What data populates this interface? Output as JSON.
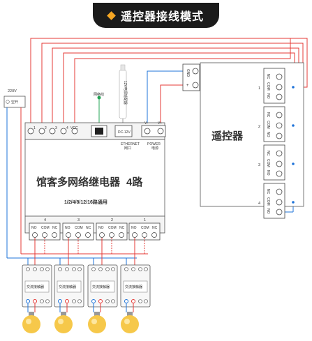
{
  "title": "遥控器接线模式",
  "colors": {
    "red": "#e53935",
    "blue": "#1e73d9",
    "black": "#222222",
    "green": "#23a455",
    "border": "#555555",
    "bulb": "#f6c84a"
  },
  "breaker": {
    "voltage": "220V",
    "label": "空开"
  },
  "relay": {
    "name": "馆客多网络继电器",
    "channels_text": "4路",
    "subtitle": "1/2/4/8/12/16路通用",
    "top_terminals": [
      "1",
      "2",
      "3",
      "4",
      "VCC"
    ],
    "ethernet_label": "ETHERNET",
    "ethernet_sub": "网口",
    "power_label": "POWER",
    "power_sub": "电源",
    "dc_label": "DC-12V",
    "v_minus": "V-",
    "v_plus": "V+",
    "network_cable": "网络线",
    "adapter_label": "12V电源适配器",
    "outputs": [
      {
        "num": "4",
        "no": "NO",
        "com": "COM",
        "nc": "NC"
      },
      {
        "num": "3",
        "no": "NO",
        "com": "COM",
        "nc": "NC"
      },
      {
        "num": "2",
        "no": "NO",
        "com": "COM",
        "nc": "NC"
      },
      {
        "num": "1",
        "no": "NO",
        "com": "COM",
        "nc": "NC"
      }
    ]
  },
  "remote": {
    "name": "遥控器",
    "gnd": "GND",
    "plus": "+",
    "channels": [
      {
        "num": "1",
        "nc": "NC",
        "com": "COM",
        "no": "NO"
      },
      {
        "num": "2",
        "nc": "NC",
        "com": "COM",
        "no": "NO"
      },
      {
        "num": "3",
        "nc": "NC",
        "com": "COM",
        "no": "NO"
      },
      {
        "num": "4",
        "nc": "NC",
        "com": "COM",
        "no": "NO"
      }
    ]
  },
  "contactors": [
    {
      "label": "交流接触器"
    },
    {
      "label": "交流接触器"
    },
    {
      "label": "交流接触器"
    },
    {
      "label": "交流接触器"
    }
  ]
}
